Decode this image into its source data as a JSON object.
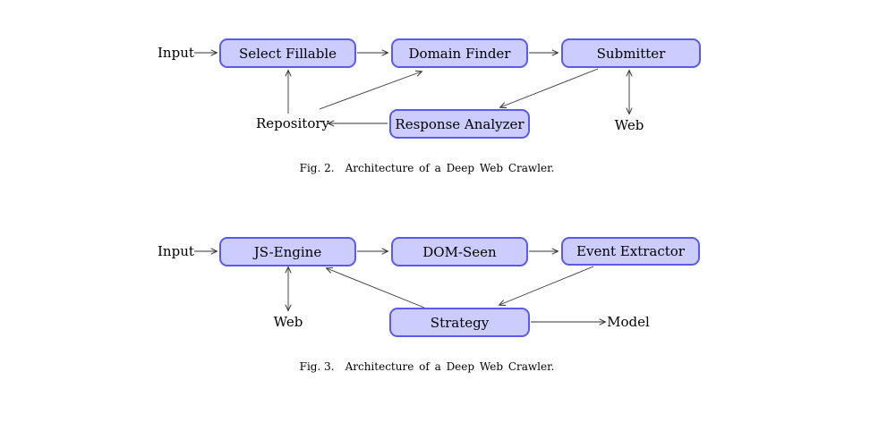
{
  "colors": {
    "background": "#ffffff",
    "box_fill": "#ccccff",
    "box_border": "#5a5aee",
    "arrow": "#333333",
    "text": "#000000"
  },
  "fig2": {
    "input_label": "Input",
    "boxes": {
      "select_fillable": "Select Fillable",
      "domain_finder": "Domain Finder",
      "submitter": "Submitter",
      "response_analyzer": "Response Analyzer"
    },
    "labels": {
      "repository": "Repository",
      "web": "Web"
    },
    "edges": [
      {
        "from": "Input",
        "to": "Select Fillable",
        "direction": "forward"
      },
      {
        "from": "Select Fillable",
        "to": "Domain Finder",
        "direction": "forward"
      },
      {
        "from": "Domain Finder",
        "to": "Submitter",
        "direction": "forward"
      },
      {
        "from": "Repository",
        "to": "Select Fillable",
        "direction": "forward"
      },
      {
        "from": "Repository",
        "to": "Domain Finder",
        "direction": "forward"
      },
      {
        "from": "Submitter",
        "to": "Response Analyzer",
        "direction": "forward"
      },
      {
        "from": "Response Analyzer",
        "to": "Repository",
        "direction": "forward"
      },
      {
        "from": "Submitter",
        "to": "Web",
        "direction": "both"
      }
    ],
    "caption_fig": "Fig. 2.",
    "caption_text": "Architecture of a Deep Web Crawler."
  },
  "fig3": {
    "input_label": "Input",
    "boxes": {
      "js_engine": "JS-Engine",
      "dom_seen": "DOM-Seen",
      "event_extractor": "Event Extractor",
      "strategy": "Strategy"
    },
    "labels": {
      "web": "Web",
      "model": "Model"
    },
    "edges": [
      {
        "from": "Input",
        "to": "JS-Engine",
        "direction": "forward"
      },
      {
        "from": "JS-Engine",
        "to": "DOM-Seen",
        "direction": "forward"
      },
      {
        "from": "DOM-Seen",
        "to": "Event Extractor",
        "direction": "forward"
      },
      {
        "from": "JS-Engine",
        "to": "Web",
        "direction": "both"
      },
      {
        "from": "Strategy",
        "to": "JS-Engine",
        "direction": "forward"
      },
      {
        "from": "Event Extractor",
        "to": "Strategy",
        "direction": "forward"
      },
      {
        "from": "Strategy",
        "to": "Model",
        "direction": "forward"
      }
    ],
    "caption_fig": "Fig. 3.",
    "caption_text": "Architecture of a Deep Web Crawler."
  }
}
